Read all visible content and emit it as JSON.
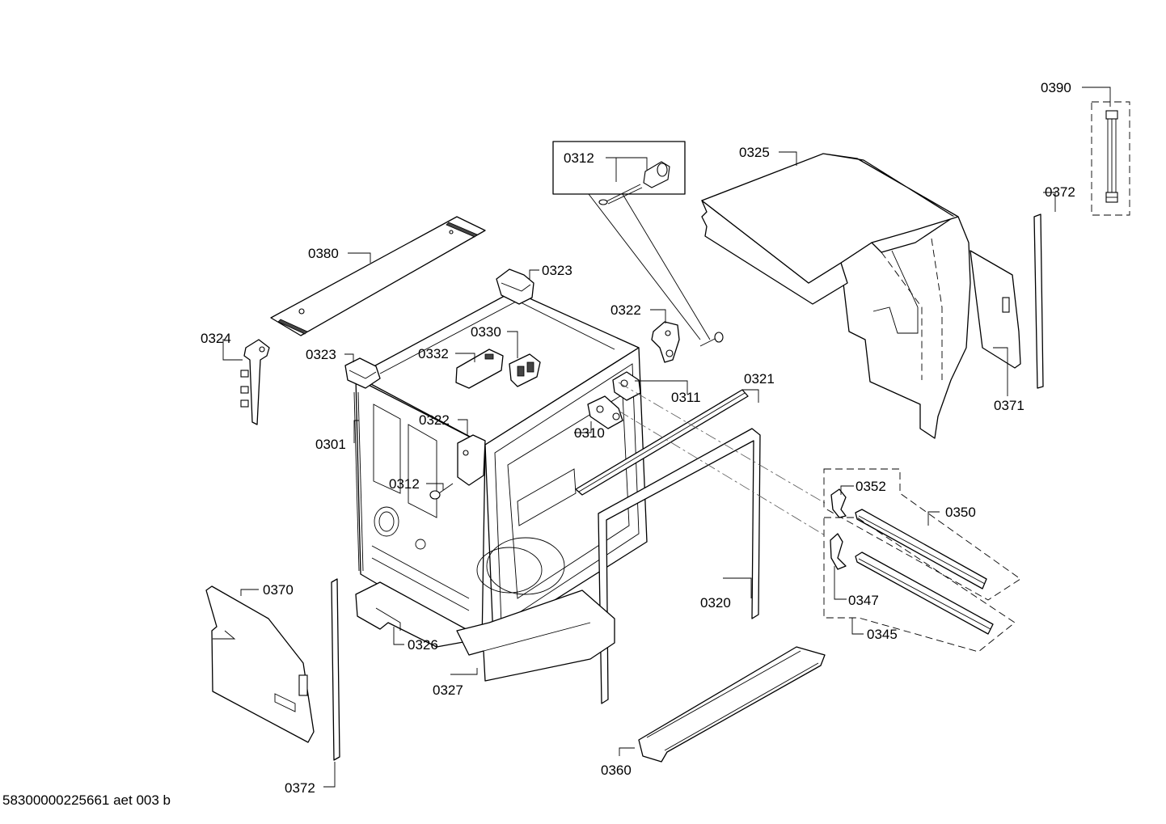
{
  "diagram": {
    "parts": [
      {
        "id": "p0390",
        "label": "0390"
      },
      {
        "id": "p0312-detail",
        "label": "0312"
      },
      {
        "id": "p0325",
        "label": "0325"
      },
      {
        "id": "p0372-right",
        "label": "0372"
      },
      {
        "id": "p0380",
        "label": "0380"
      },
      {
        "id": "p0323-top",
        "label": "0323"
      },
      {
        "id": "p0322-top",
        "label": "0322"
      },
      {
        "id": "p0324",
        "label": "0324"
      },
      {
        "id": "p0330",
        "label": "0330"
      },
      {
        "id": "p0323-left",
        "label": "0323"
      },
      {
        "id": "p0332",
        "label": "0332"
      },
      {
        "id": "p0321",
        "label": "0321"
      },
      {
        "id": "p0311",
        "label": "0311"
      },
      {
        "id": "p0371",
        "label": "0371"
      },
      {
        "id": "p0322-mid",
        "label": "0322"
      },
      {
        "id": "p0310",
        "label": "0310"
      },
      {
        "id": "p0301",
        "label": "0301"
      },
      {
        "id": "p0312-mid",
        "label": "0312"
      },
      {
        "id": "p0352",
        "label": "0352"
      },
      {
        "id": "p0350",
        "label": "0350"
      },
      {
        "id": "p0370",
        "label": "0370"
      },
      {
        "id": "p0347",
        "label": "0347"
      },
      {
        "id": "p0320",
        "label": "0320"
      },
      {
        "id": "p0345",
        "label": "0345"
      },
      {
        "id": "p0326",
        "label": "0326"
      },
      {
        "id": "p0327",
        "label": "0327"
      },
      {
        "id": "p0360",
        "label": "0360"
      },
      {
        "id": "p0372-left",
        "label": "0372"
      }
    ],
    "footer": "58300000225661 aet 003 b"
  }
}
